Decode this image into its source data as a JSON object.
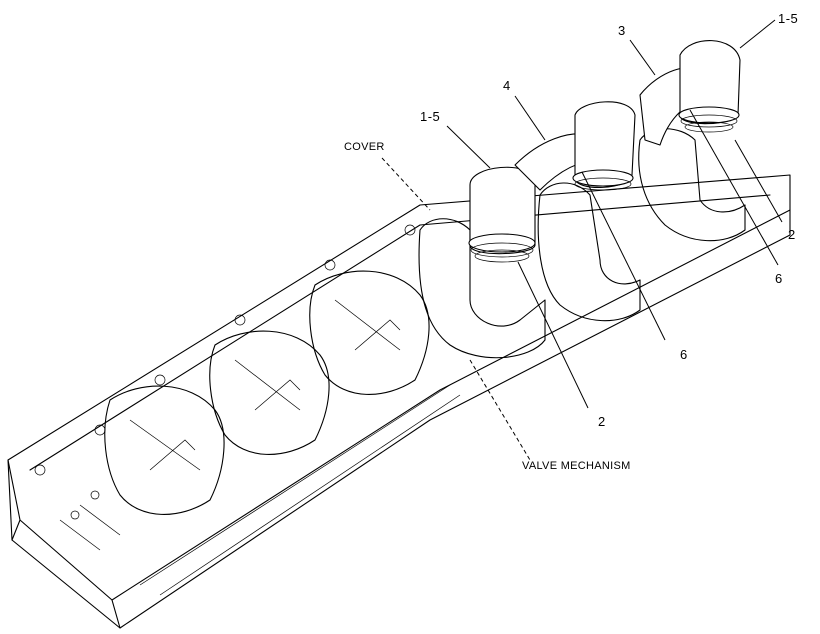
{
  "labels": {
    "cover": "COVER",
    "valve_mechanism": "VALVE MECHANISM",
    "callout_1_5_left": "1-5",
    "callout_1_5_right": "1-5",
    "callout_3": "3",
    "callout_4": "4",
    "callout_2_center": "2",
    "callout_2_right": "2",
    "callout_6_center": "6",
    "callout_6_right": "6"
  }
}
